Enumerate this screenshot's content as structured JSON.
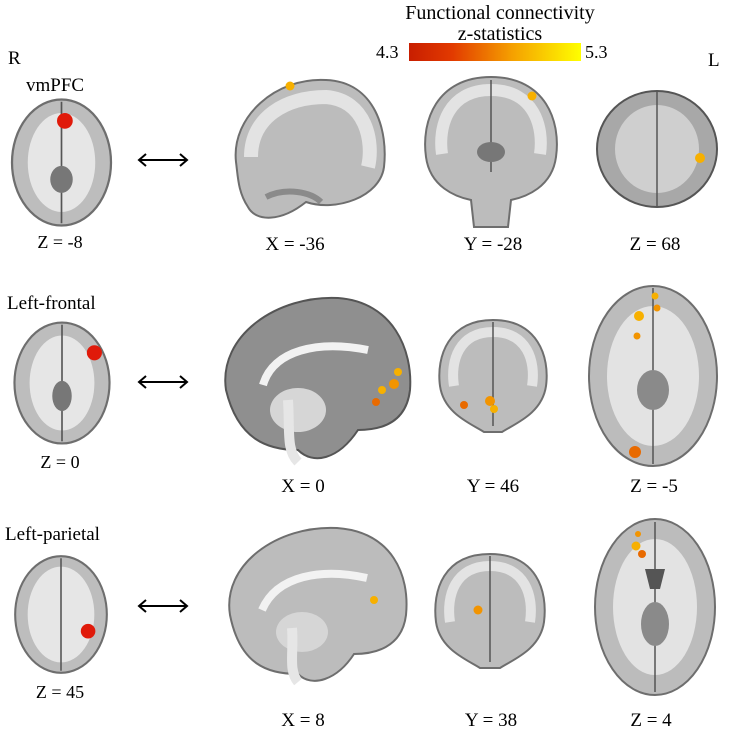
{
  "header": {
    "title_line1": "Functional connectivity",
    "title_line2": "z-statistics",
    "cbar_min": "4.3",
    "cbar_max": "5.3"
  },
  "orientation": {
    "right": "R",
    "left": "L"
  },
  "colors": {
    "seed": "#e01a0a",
    "cluster_low": "#c81e00",
    "cluster_high": "#ffff00"
  },
  "rows": [
    {
      "seed_name": "vmPFC",
      "seed_slice": "Z = -8",
      "slices": [
        "X = -36",
        "Y = -28",
        "Z = 68"
      ]
    },
    {
      "seed_name": "Left-frontal",
      "seed_slice": "Z = 0",
      "slices": [
        "X = 0",
        "Y = 46",
        "Z = -5"
      ]
    },
    {
      "seed_name": "Left-parietal",
      "seed_slice": "Z = 45",
      "slices": [
        "X = 8",
        "Y = 38",
        "Z = 4"
      ]
    }
  ]
}
